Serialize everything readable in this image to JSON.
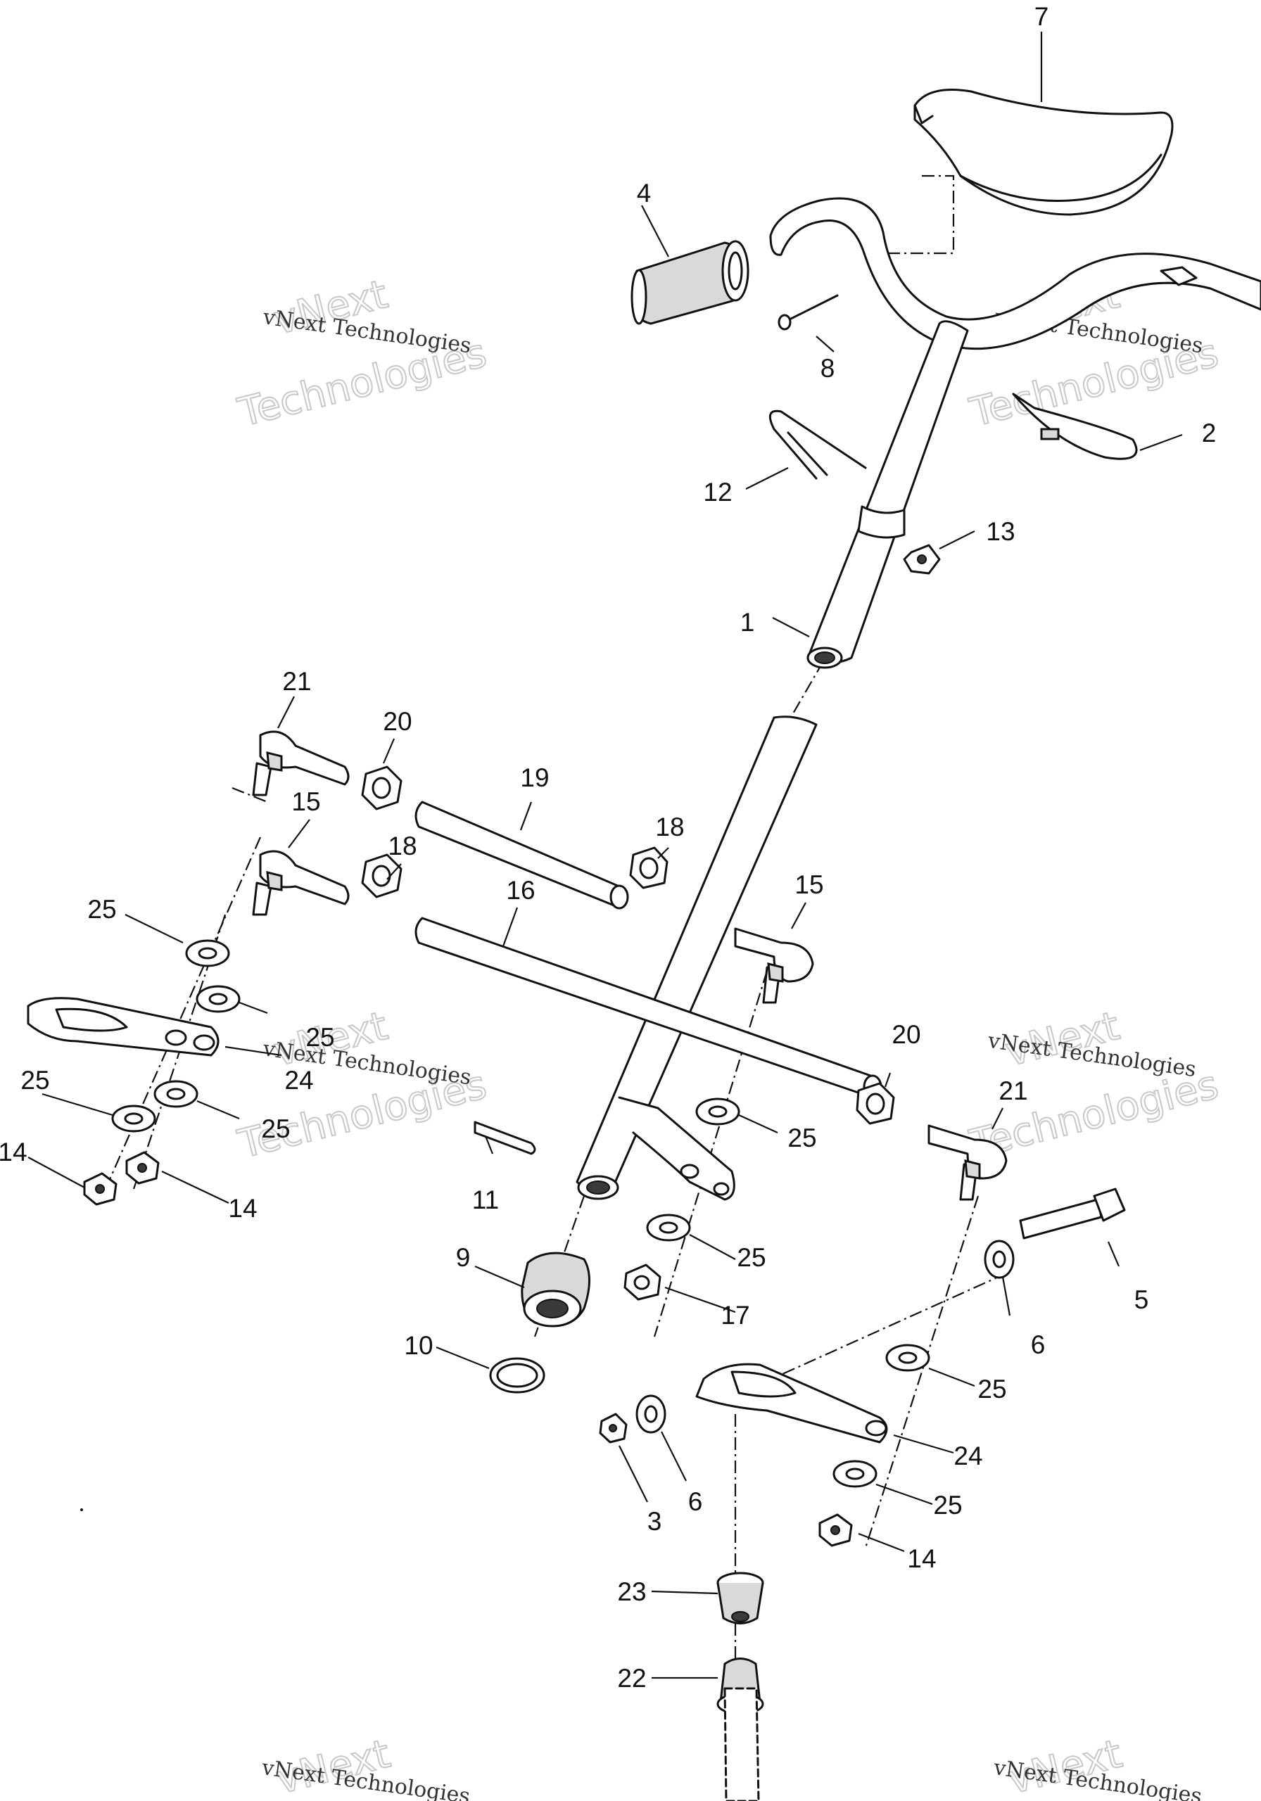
{
  "watermark": {
    "brand_line_1": "vNext",
    "brand_line_2": "Technologies",
    "company": "vNext Technologies"
  },
  "callouts": {
    "c1": "1",
    "c2": "2",
    "c3": "3",
    "c4": "4",
    "c5": "5",
    "c6a": "6",
    "c6b": "6",
    "c7": "7",
    "c8": "8",
    "c9": "9",
    "c10": "10",
    "c11": "11",
    "c12": "12",
    "c13": "13",
    "c14a": "14",
    "c14b": "14",
    "c14c": "14",
    "c15a": "15",
    "c15b": "15",
    "c16": "16",
    "c17": "17",
    "c18a": "18",
    "c18b": "18",
    "c19": "19",
    "c20a": "20",
    "c20b": "20",
    "c21a": "21",
    "c21b": "21",
    "c22": "22",
    "c23": "23",
    "c24a": "24",
    "c24b": "24",
    "c25a": "25",
    "c25b": "25",
    "c25c": "25",
    "c25d": "25",
    "c25e": "25",
    "c25f": "25",
    "c25g": "25"
  }
}
